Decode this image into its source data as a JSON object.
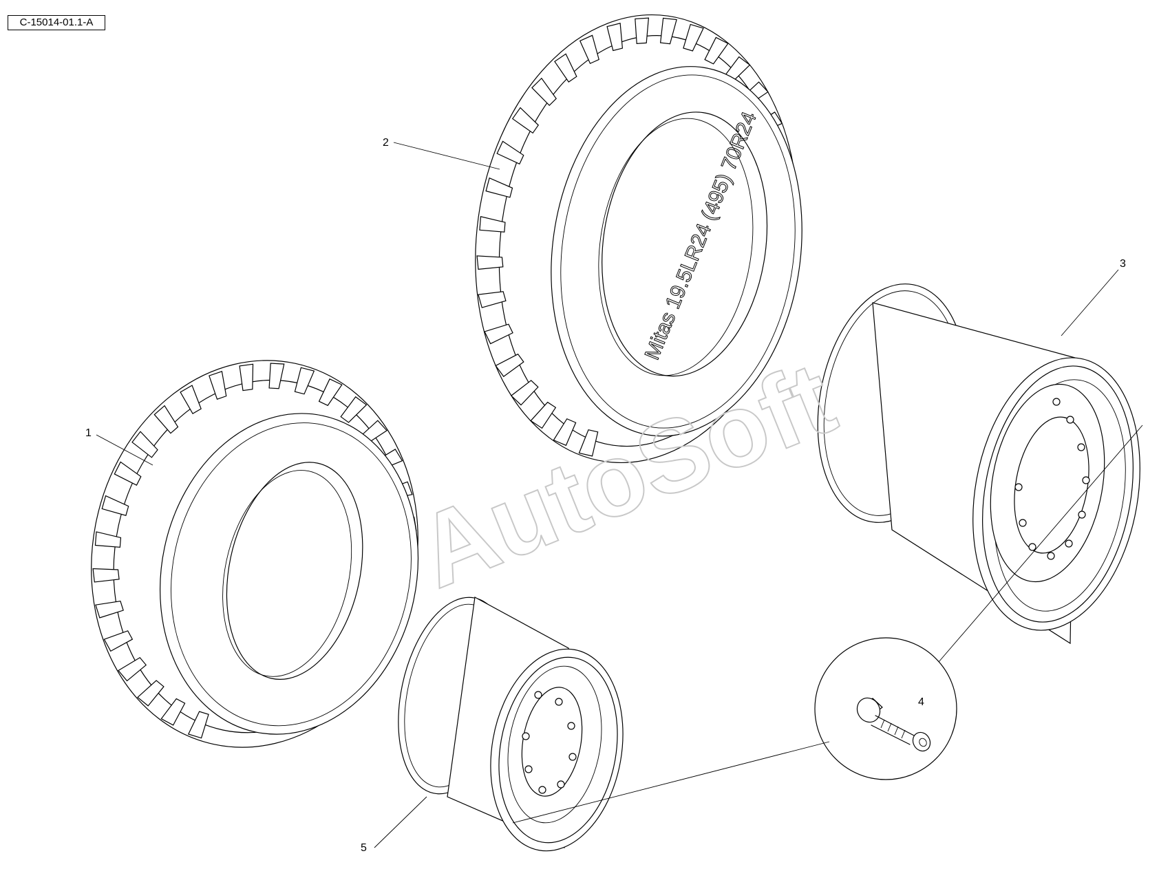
{
  "drawing": {
    "reference_code": "C-15014-01.1-A",
    "watermark": "AutoSoft",
    "sidewall_text": "Mitas 19.5LR24 (495) 70R24"
  },
  "callouts": [
    {
      "number": "1",
      "part": "tire-small"
    },
    {
      "number": "2",
      "part": "tire-large"
    },
    {
      "number": "3",
      "part": "rim-large"
    },
    {
      "number": "4",
      "part": "valve-stem"
    },
    {
      "number": "5",
      "part": "rim-small"
    }
  ]
}
